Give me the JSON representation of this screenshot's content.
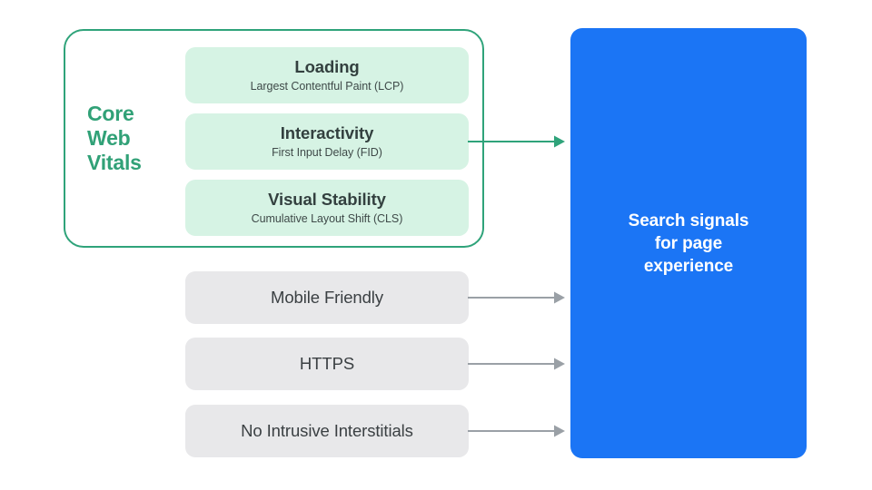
{
  "diagram": {
    "title": "Core Web Vitals and page experience search signals",
    "colors": {
      "green_accent": "#2fa37a",
      "green_label_text": "#31a177",
      "green_card_fill": "#d6f3e4",
      "gray_card_fill": "#e8e8ea",
      "gray_arrow": "#9aa0a6",
      "blue_panel": "#1b75f5",
      "dark_text": "#3b4043",
      "white_text": "#ffffff",
      "background": "#ffffff"
    }
  },
  "core_web_vitals": {
    "group_label": "Core Web Vitals",
    "group_label_lines": [
      "Core",
      "Web",
      "Vitals"
    ],
    "metrics": [
      {
        "title": "Loading",
        "subtitle": "Largest Contentful Paint (LCP)",
        "abbreviation": "LCP"
      },
      {
        "title": "Interactivity",
        "subtitle": "First Input Delay (FID)",
        "abbreviation": "FID"
      },
      {
        "title": "Visual Stability",
        "subtitle": "Cumulative Layout Shift (CLS)",
        "abbreviation": "CLS"
      }
    ]
  },
  "other_signals": [
    {
      "label": "Mobile Friendly"
    },
    {
      "label": "HTTPS"
    },
    {
      "label": "No Intrusive Interstitials"
    }
  ],
  "destination": {
    "text": "Search signals\nfor page\nexperience",
    "lines": [
      "Search signals",
      "for page",
      "experience"
    ]
  },
  "arrows": [
    {
      "name": "core-web-vitals-arrow",
      "color": "#2fa37a",
      "from": "core-web-vitals-group",
      "to": "search-signals-panel"
    },
    {
      "name": "mobile-friendly-arrow",
      "color": "#9aa0a6",
      "from": "mobile-friendly-card",
      "to": "search-signals-panel"
    },
    {
      "name": "https-arrow",
      "color": "#9aa0a6",
      "from": "https-card",
      "to": "search-signals-panel"
    },
    {
      "name": "no-intrusive-interstitials-arrow",
      "color": "#9aa0a6",
      "from": "no-intrusive-interstitials-card",
      "to": "search-signals-panel"
    }
  ]
}
